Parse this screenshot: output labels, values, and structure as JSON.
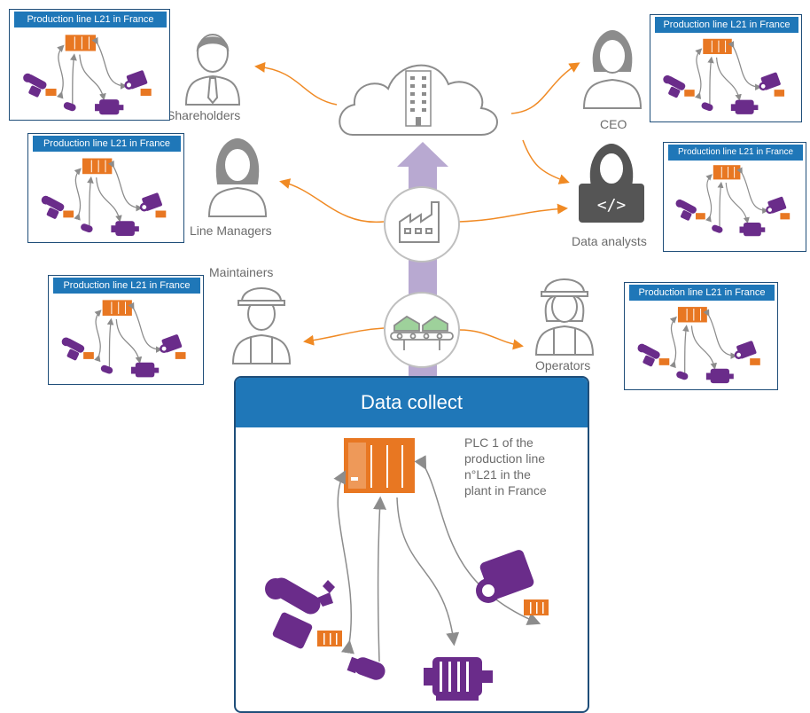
{
  "card_title": "Production line L21 in France",
  "roles": {
    "shareholders": "Shareholders",
    "ceo": "CEO",
    "line_managers": "Line Managers",
    "data_analysts": "Data analysts",
    "maintainers": "Maintainers",
    "operators": "Operators"
  },
  "data_collect": {
    "title": "Data collect",
    "plc_description": [
      "PLC 1 of the",
      "production line",
      "n°L21 in the",
      "plant in France"
    ]
  },
  "colors": {
    "purple": "#6a2c8a",
    "orange": "#e87722",
    "blue_header": "#1f77b8",
    "border_blue": "#1f4e79",
    "gray": "#8c8c8c",
    "arrow_orange": "#f08a24",
    "lavender": "#b8a9d1"
  },
  "icons": [
    "cloud-icon",
    "building-icon",
    "factory-icon",
    "conveyor-icon",
    "plc-icon",
    "robot-arm-icon",
    "camera-icon",
    "motor-icon",
    "sensor-icon",
    "person-icon"
  ]
}
